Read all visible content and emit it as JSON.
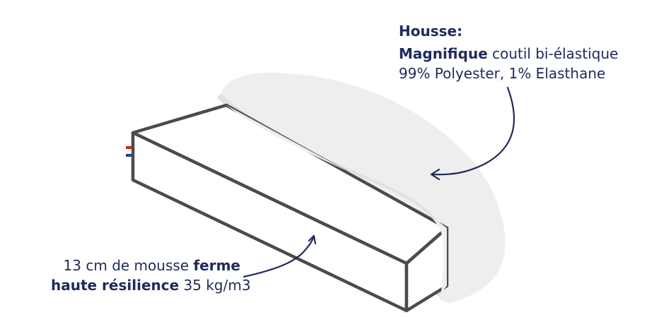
{
  "labels": {
    "cover": {
      "title": "Housse:",
      "line1_bold": "Magnifique",
      "line1_rest": " coutil bi-élastique",
      "line2": "99% Polyester, 1% Elasthane"
    },
    "foam": {
      "line1_regular": "13 cm de mousse ",
      "line1_bold": "ferme",
      "line2_bold": "haute résilience",
      "line2_regular": " 35 kg/m3"
    }
  },
  "colors": {
    "text": "#1f2a5b",
    "mattress_outline": "#4b4b4b",
    "cover_fill": "#eeeeee",
    "cover_inner": "#e3e3e3",
    "flag_blue": "#2d3f8f",
    "flag_red": "#d81f2a"
  },
  "icons": {
    "flag": "french-flag-icon",
    "arrow_cover": "curved-arrow-icon",
    "arrow_foam": "curved-arrow-icon"
  }
}
